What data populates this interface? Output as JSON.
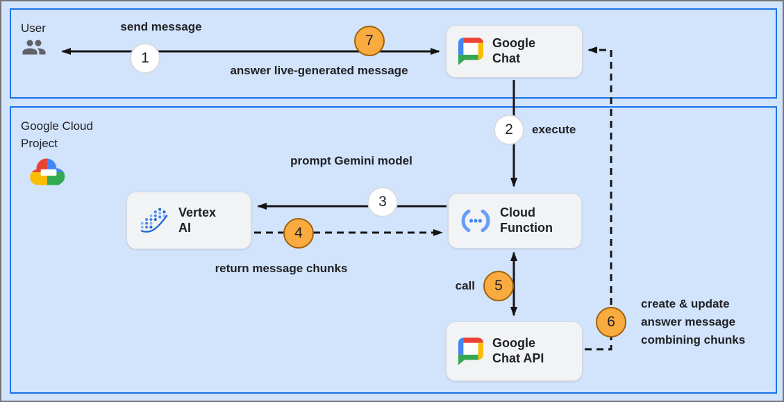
{
  "colors": {
    "canvas-bg": "#d2e3fc",
    "panel-border": "#1a73e8",
    "node-bg": "#f1f3f4",
    "node-border": "#d5dadf",
    "step-orange": "#f9ab40",
    "step-orange-border": "#a0620a",
    "step-white": "#ffffff",
    "step-white-border": "#d8dbdf",
    "arrow": "#141414",
    "text": "#202124"
  },
  "panels": {
    "user": {
      "label": "User"
    },
    "gcp": {
      "label": "Google Cloud Project"
    }
  },
  "nodes": {
    "google_chat": {
      "label": "Google Chat",
      "icon": "google-chat-icon"
    },
    "vertex_ai": {
      "label": "Vertex AI",
      "icon": "vertex-ai-icon"
    },
    "cloud_function": {
      "label": "Cloud Function",
      "icon": "cloud-functions-icon"
    },
    "google_chat_api": {
      "label": "Google Chat API",
      "icon": "google-chat-icon"
    }
  },
  "edges": {
    "send_message": {
      "step": "1",
      "label": "send message"
    },
    "execute": {
      "step": "2",
      "label": "execute"
    },
    "prompt": {
      "step": "3",
      "label": "prompt Gemini model"
    },
    "return_chunks": {
      "step": "4",
      "label": "return message chunks"
    },
    "call": {
      "step": "5",
      "label": "call"
    },
    "create_update": {
      "step": "6",
      "lines": [
        "create & update",
        "answer message",
        "combining chunks"
      ]
    },
    "answer": {
      "step": "7",
      "label": "answer live-generated message"
    }
  }
}
